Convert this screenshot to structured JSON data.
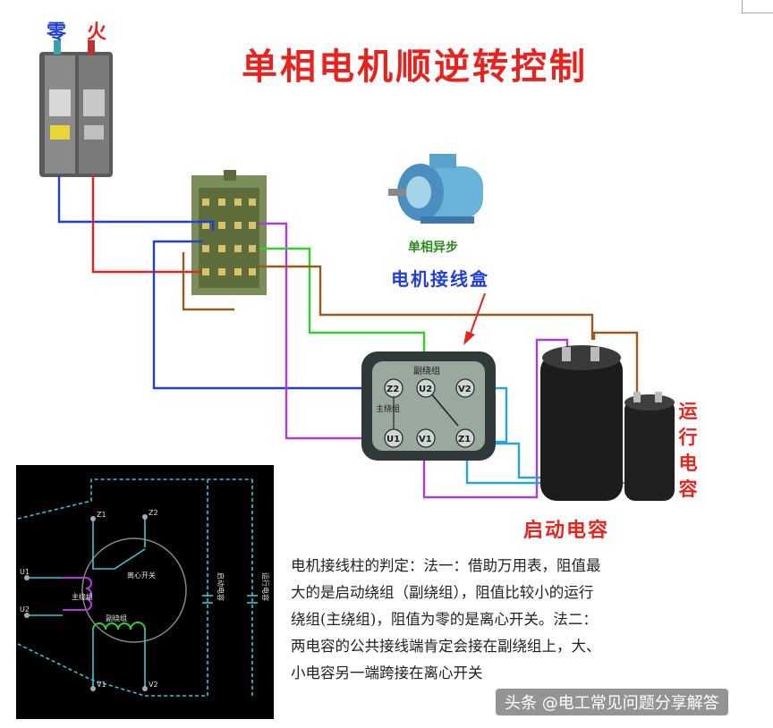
{
  "header": {
    "title": "单相电机顺逆转控制",
    "neutral_label": "零",
    "live_label": "火"
  },
  "motor": {
    "caption": "单相异步"
  },
  "junction_box": {
    "caption": "电机接线盒",
    "inner_title": "副绕组",
    "main_winding": "主绕组",
    "terminals": [
      "Z2",
      "U2",
      "V2",
      "U1",
      "V1",
      "Z1"
    ]
  },
  "capacitors": {
    "start_label": "启动电容",
    "run_label": [
      "运",
      "行",
      "电",
      "容"
    ]
  },
  "schematic": {
    "terminals": [
      "Z1",
      "Z2",
      "U1",
      "U2",
      "V1",
      "V2"
    ],
    "labels": [
      "离心开关",
      "主绕组",
      "副绕组",
      "启动电容",
      "运行电容"
    ]
  },
  "description": {
    "lines": [
      "电机接线柱的判定：法一：借助万用表，阻值最",
      "大的是启动绕组（副绕组），阻值比较小的运行",
      "绕组(主绕组)，阻值为零的是离心开关。法二：",
      "两电容的公共接线端肯定会接在副绕组上，大、",
      "小电容另一端跨接在离心开关"
    ]
  },
  "watermark": "头条 @电工常见问题分享解答",
  "colors": {
    "title_red": "#e8231e",
    "blue": "#1f3fd8",
    "green": "#2fcf2f",
    "purple": "#b23ad8",
    "brown": "#9a5a1c",
    "cyan": "#2aa4e0"
  }
}
